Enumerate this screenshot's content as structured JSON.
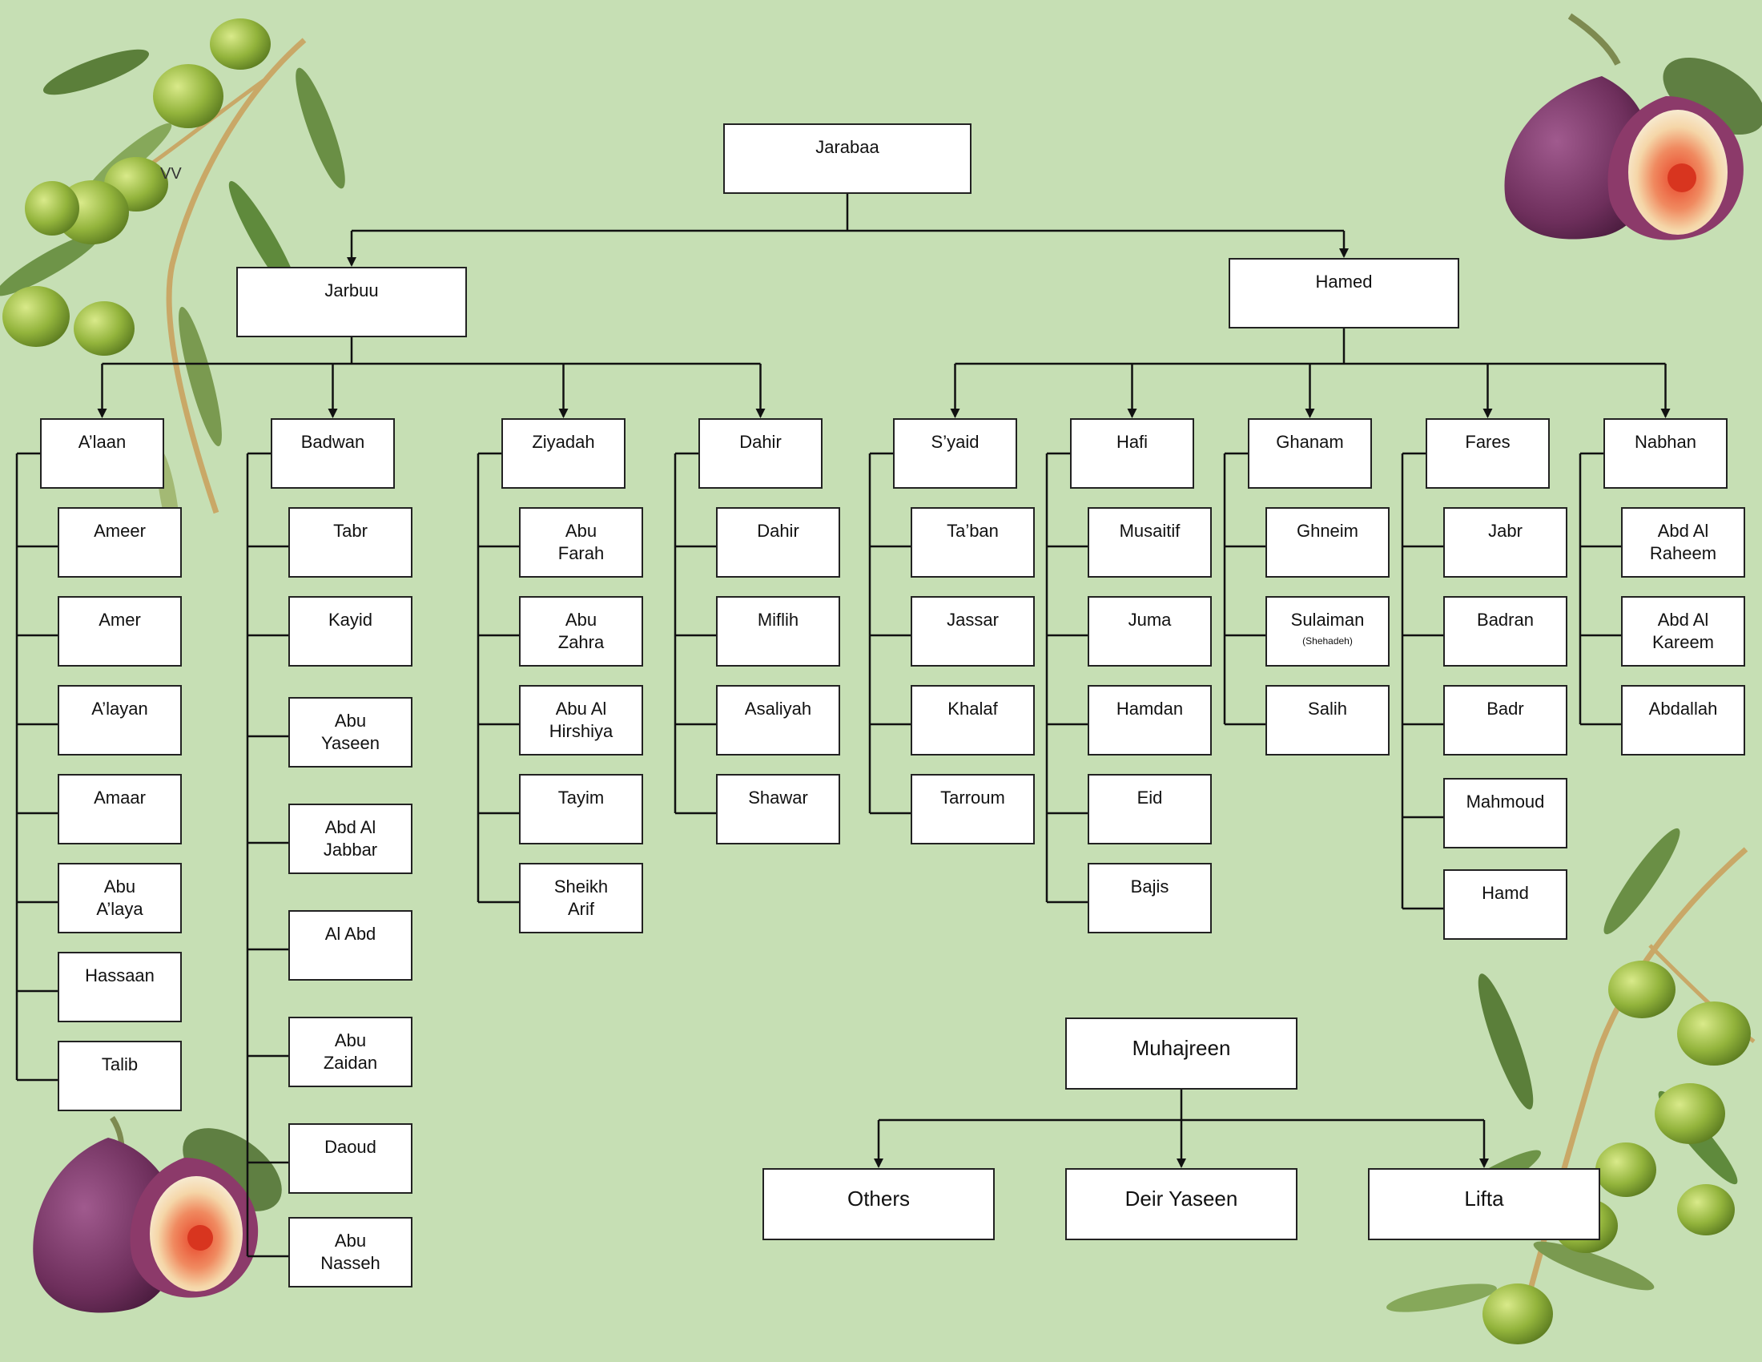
{
  "colors": {
    "background": "#c6dfb4",
    "box_fill": "#ffffff",
    "line": "#111111"
  },
  "decorations": {
    "icons": [
      "olive-branch-top-left",
      "fig-top-right",
      "fig-bottom-left",
      "olive-branch-bottom-right"
    ],
    "stray_text": "VV"
  },
  "tree": {
    "root": "Jarabaa",
    "branches": [
      {
        "label": "Jarbuu",
        "clans": [
          {
            "label": "A’laan",
            "families": [
              "Ameer",
              "Amer",
              "A’layan",
              "Amaar",
              "Abu\nA’laya",
              "Hassaan",
              "Talib"
            ]
          },
          {
            "label": "Badwan",
            "families": [
              "Tabr",
              "Kayid",
              "Abu\nYaseen",
              "Abd Al\nJabbar",
              "Al Abd",
              "Abu\nZaidan",
              "Daoud",
              "Abu\nNasseh"
            ]
          },
          {
            "label": "Ziyadah",
            "families": [
              "Abu\nFarah",
              "Abu\nZahra",
              "Abu Al\nHirshiya",
              "Tayim",
              "Sheikh\nArif"
            ]
          },
          {
            "label": "Dahir",
            "families": [
              "Dahir",
              "Miflih",
              "Asaliyah",
              "Shawar"
            ]
          }
        ]
      },
      {
        "label": "Hamed",
        "clans": [
          {
            "label": "S’yaid",
            "families": [
              "Ta’ban",
              "Jassar",
              "Khalaf",
              "Tarroum"
            ]
          },
          {
            "label": "Hafi",
            "families": [
              "Musaitif",
              "Juma",
              "Hamdan",
              "Eid",
              "Bajis"
            ]
          },
          {
            "label": "Ghanam",
            "families": [
              "Ghneim",
              "Sulaiman",
              "Salih"
            ],
            "family_notes": [
              "",
              "(Shehadeh)",
              ""
            ]
          },
          {
            "label": "Fares",
            "families": [
              "Jabr",
              "Badran",
              "Badr",
              "Mahmoud",
              "Hamd"
            ]
          },
          {
            "label": "Nabhan",
            "families": [
              "Abd Al\nRaheem",
              "Abd Al\nKareem",
              "Abdallah"
            ]
          }
        ]
      }
    ]
  },
  "muhajreen": {
    "label": "Muhajreen",
    "children": [
      "Others",
      "Deir Yaseen",
      "Lifta"
    ]
  }
}
